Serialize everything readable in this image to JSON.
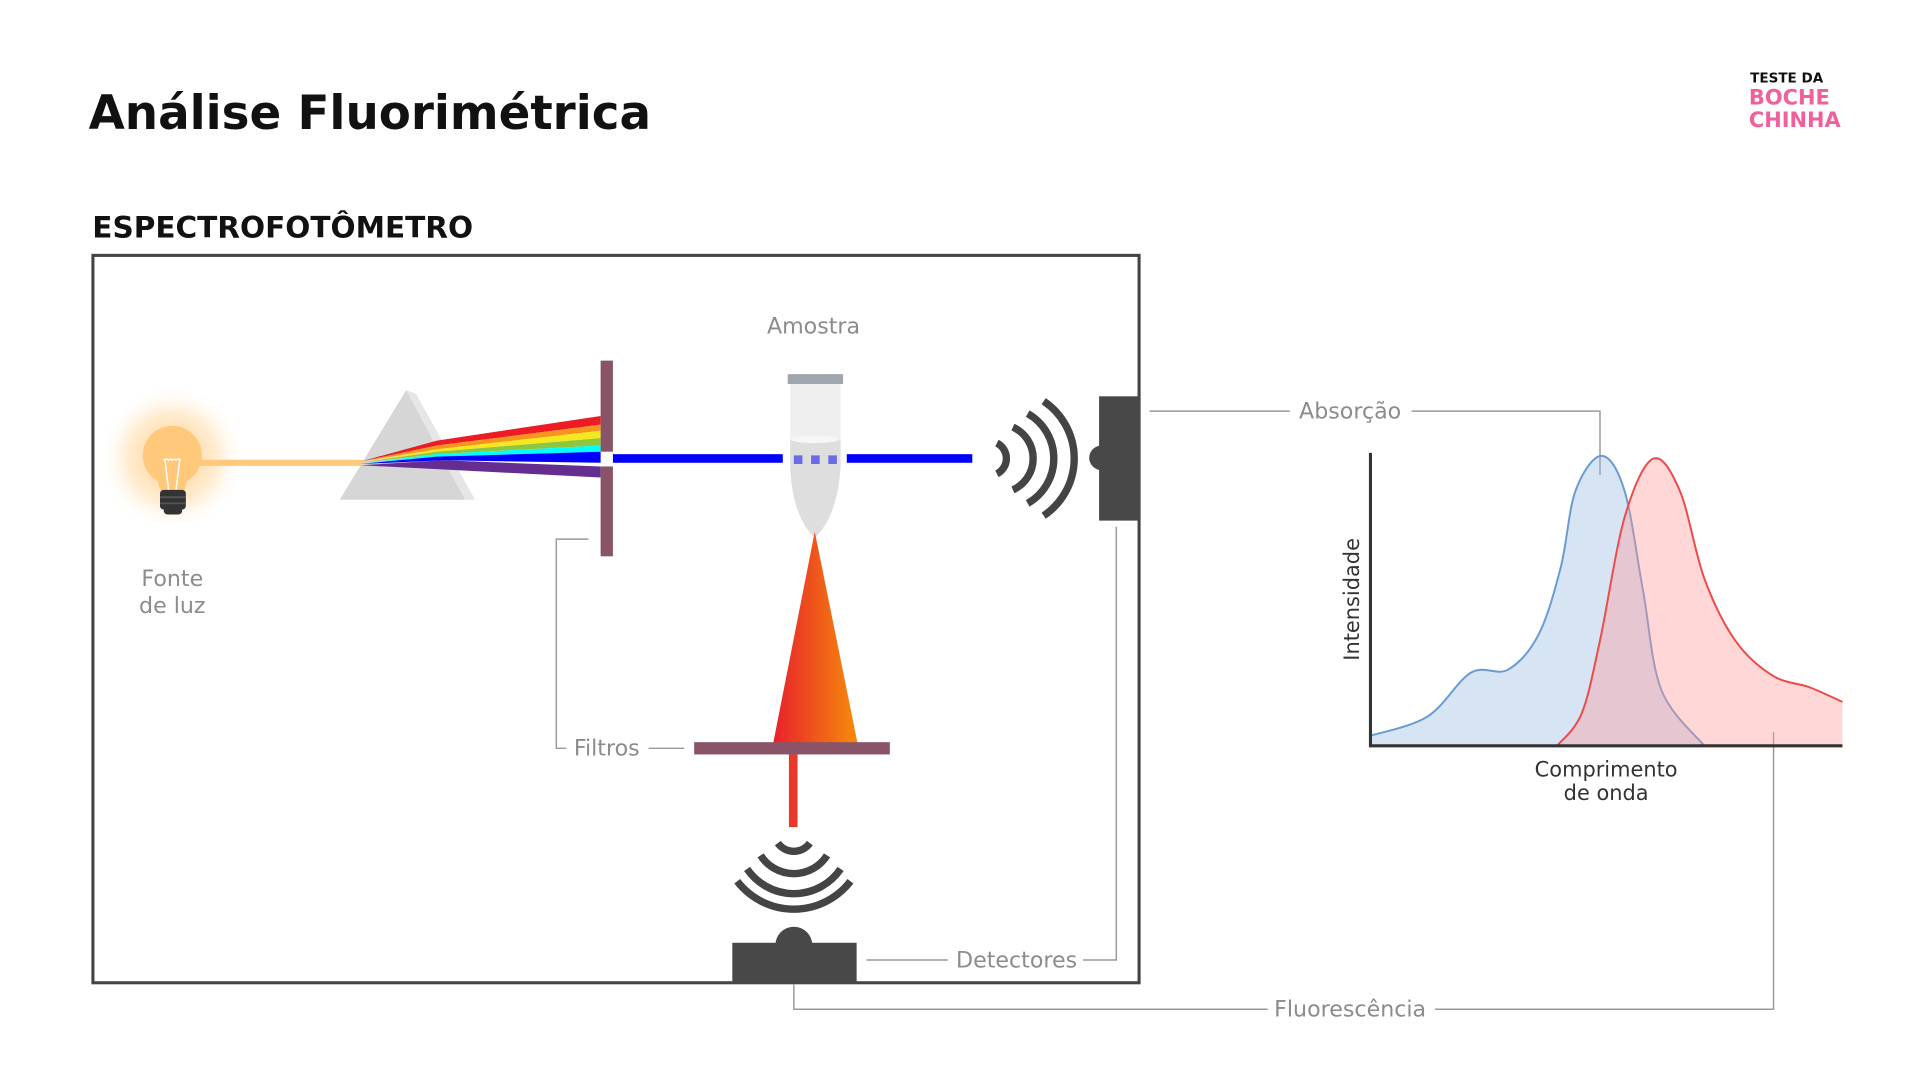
{
  "title": "Análise Fluorimétrica",
  "logo": {
    "line1": "TESTE DA",
    "line2": "BOCHE",
    "line3": "CHINHA",
    "accent": "#f0609a"
  },
  "section_title": "ESPECTROFOTÔMETRO",
  "labels": {
    "light_source_1": "Fonte",
    "light_source_2": "de luz",
    "sample": "Amostra",
    "filters": "Filtros",
    "detectors": "Detectores",
    "absorption": "Absorção",
    "fluorescence": "Fluorescência"
  },
  "colors": {
    "absorption": "#6a9bd0",
    "fluorescence": "#ee4a4a",
    "filter": "#8a5468",
    "beam": "#0000ff",
    "detector": "#484848"
  },
  "chart_data": {
    "type": "area",
    "xlabel_1": "Comprimento",
    "xlabel_2": "de onda",
    "ylabel": "Intensidade",
    "xlim": [
      0,
      1
    ],
    "ylim": [
      0,
      1
    ],
    "grid": false,
    "series": [
      {
        "name": "Absorção",
        "x": [
          0,
          0.122,
          0.214,
          0.292,
          0.357,
          0.404,
          0.435,
          0.49,
          0.539,
          0.578,
          0.617,
          0.708
        ],
        "y": [
          0.034,
          0.1,
          0.25,
          0.26,
          0.38,
          0.61,
          0.87,
          0.99,
          0.87,
          0.53,
          0.19,
          0
        ]
      },
      {
        "name": "Fluorescência",
        "x": [
          0.396,
          0.448,
          0.487,
          0.539,
          0.599,
          0.656,
          0.708,
          0.773,
          0.852,
          0.93,
          1
        ],
        "y": [
          0,
          0.11,
          0.36,
          0.78,
          0.98,
          0.87,
          0.57,
          0.36,
          0.24,
          0.2,
          0.15
        ]
      }
    ]
  }
}
